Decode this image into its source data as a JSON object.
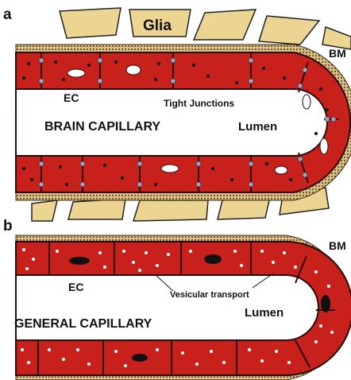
{
  "panel_a": {
    "letter": "a",
    "glia": "Glia",
    "bm": "BM",
    "ec": "EC",
    "tight_junctions": "Tight Junctions",
    "lumen": "Lumen",
    "title": "BRAIN CAPILLARY"
  },
  "panel_b": {
    "letter": "b",
    "bm": "BM",
    "ec": "EC",
    "vesicular_transport": "Vesicular transport",
    "lumen": "Lumen",
    "title": "GENERAL CAPILLARY"
  },
  "colors": {
    "cell": "#c8201a",
    "cell_outline": "#2a0a08",
    "basement_membrane": "#b8965a",
    "glia": "#ecd593",
    "tight_junction": "#9aa4c8"
  }
}
